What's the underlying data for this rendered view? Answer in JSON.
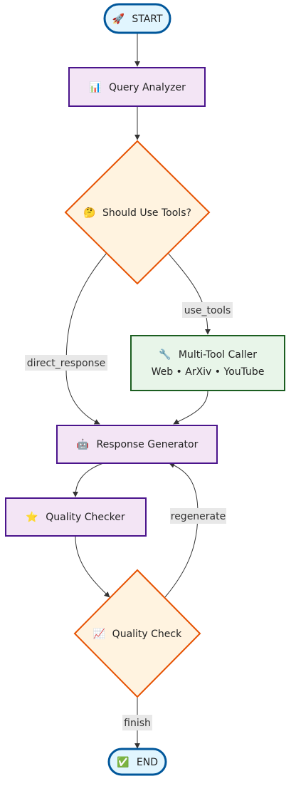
{
  "nodes": {
    "start": {
      "icon": "🚀",
      "label": "START"
    },
    "query_analyzer": {
      "icon": "📊",
      "label": "Query Analyzer"
    },
    "should_use_tools": {
      "icon": "🤔",
      "label": "Should Use Tools?"
    },
    "multi_tool_caller": {
      "icon": "🔧",
      "label": "Multi-Tool Caller",
      "sublabel": "Web • ArXiv • YouTube"
    },
    "response_generator": {
      "icon": "🤖",
      "label": "Response Generator"
    },
    "quality_checker": {
      "icon": "⭐",
      "label": "Quality Checker"
    },
    "quality_check": {
      "icon": "📈",
      "label": "Quality Check"
    },
    "end": {
      "icon": "✅",
      "label": "END"
    }
  },
  "edges": {
    "use_tools": "use_tools",
    "direct_response": "direct_response",
    "regenerate": "regenerate",
    "finish": "finish"
  },
  "colors": {
    "terminal_fill": "#e1f5fe",
    "terminal_stroke": "#01579b",
    "process_fill": "#f3e5f5",
    "process_stroke": "#4a148c",
    "decision_fill": "#fff3e0",
    "decision_stroke": "#e65100",
    "tool_fill": "#e8f5e9",
    "tool_stroke": "#1b5e20",
    "edge_label_bg": "#e8e8e8"
  }
}
